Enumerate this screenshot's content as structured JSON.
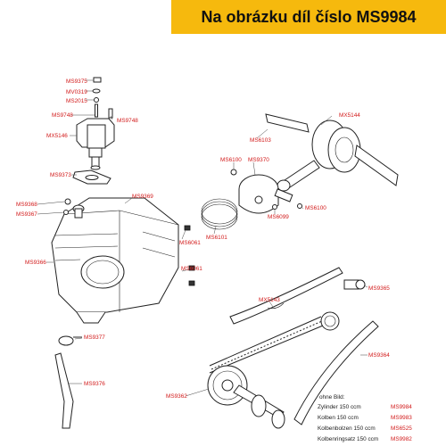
{
  "banner": {
    "title": "Na obrázku díl číslo MS9984"
  },
  "labels": {
    "ms9375": "MS9375",
    "mv0319": "MV0319",
    "ms2015": "MS2015",
    "ms9748_left": "MS9748",
    "ms9748_right": "MS9748",
    "mx5146": "MX5146",
    "ms9373": "MS9373",
    "mx5144": "MX5144",
    "ms6103": "MS6103",
    "ms6100_top": "MS6100",
    "ms9370": "MS9370",
    "ms9368": "MS9368",
    "ms9367": "MS9367",
    "ms9369": "MS9369",
    "ms6099": "MS6099",
    "ms6100_right": "MS6100",
    "ms6061_top": "MS6061",
    "ms6101": "MS6101",
    "ms9366": "MS9366",
    "ms6061_mid": "MS6061",
    "ms9365": "MS9365",
    "mx5143": "MX5143",
    "ms9377": "MS9377",
    "ms9364": "MS9364",
    "ms9376": "MS9376",
    "ms9362": "MS9362"
  },
  "legend": {
    "heading": "ohne Bild:",
    "rows": [
      {
        "name": "Zylinder 150 ccm",
        "code": "MS9984"
      },
      {
        "name": "Kolben 150 ccm",
        "code": "MS9983"
      },
      {
        "name": "Kolbenbolzen  150 ccm",
        "code": "MS6525"
      },
      {
        "name": "Kolbenringsatz 150 ccm",
        "code": "MS9982"
      }
    ]
  },
  "colors": {
    "banner": "#f6b90d",
    "label": "#d21a1a"
  }
}
